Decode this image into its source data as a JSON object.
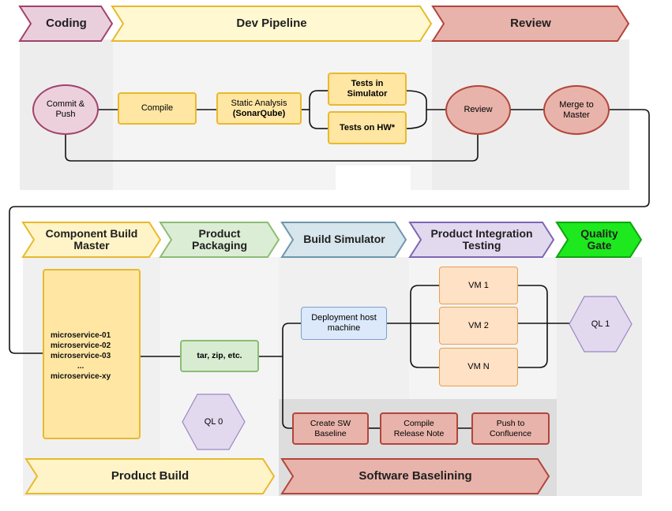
{
  "colors": {
    "coding": "#e9cfdc",
    "dev_pipeline": "#fff8d1",
    "review": "#e8b3aa",
    "component_build": "#fff4c7",
    "product_packaging": "#dcedd5",
    "build_simulator": "#d7e5ec",
    "product_integration": "#e2d9ef",
    "quality_gate": "#1ee81e",
    "product_build": "#fff4c7",
    "software_baselining": "#e8b3aa"
  },
  "stages": {
    "coding": "Coding",
    "dev_pipeline": "Dev Pipeline",
    "review": "Review",
    "component_build_master": "Component Build Master",
    "product_packaging": "Product Packaging",
    "build_simulator": "Build Simulator",
    "product_integration_testing": "Product Integration Testing",
    "quality_gate": "Quality Gate",
    "product_build": "Product Build",
    "software_baselining": "Software Baselining"
  },
  "nodes": {
    "commit_push": "Commit & Push",
    "compile": "Compile",
    "static_analysis": "Static Analysis",
    "static_analysis_tool": "(SonarQube)",
    "tests_simulator": "Tests in Simulator",
    "tests_hw": "Tests on HW*",
    "review": "Review",
    "merge_master": "Merge to Master",
    "microservices": [
      "microservice-01",
      "microservice-02",
      "microservice-03",
      "...",
      "microservice-xy"
    ],
    "archive": "tar, zip, etc.",
    "ql0": "QL 0",
    "deployment_host": "Deployment host machine",
    "vm1": "VM 1",
    "vm2": "VM 2",
    "vmn": "VM N",
    "ql1": "QL 1",
    "create_sw_baseline": "Create SW Baseline",
    "compile_release_note": "Compile Release Note",
    "push_confluence": "Push to Confluence"
  }
}
